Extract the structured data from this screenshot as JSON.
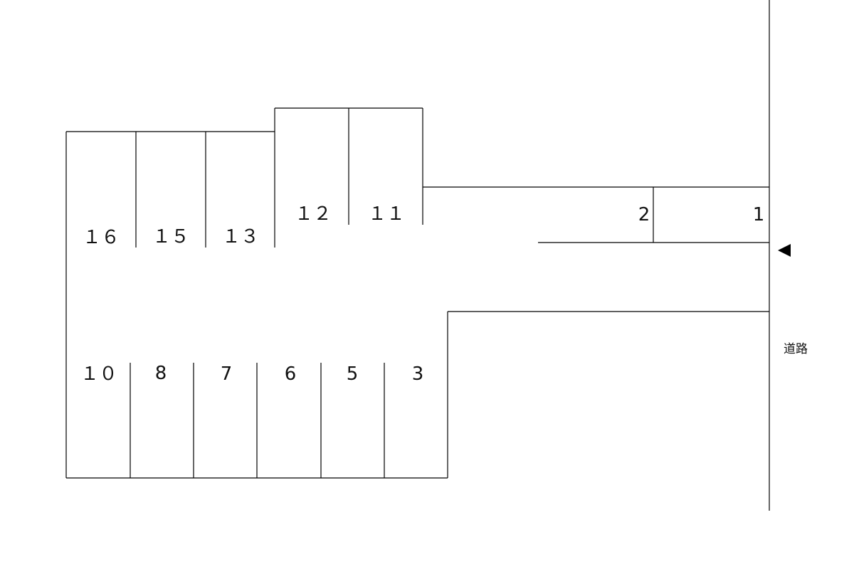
{
  "slots": [
    {
      "id": "16",
      "label": "１６"
    },
    {
      "id": "15",
      "label": "１５"
    },
    {
      "id": "13",
      "label": "１３"
    },
    {
      "id": "12",
      "label": "１２"
    },
    {
      "id": "11",
      "label": "１１"
    },
    {
      "id": "2",
      "label": "2"
    },
    {
      "id": "1",
      "label": "1"
    },
    {
      "id": "10",
      "label": "１０"
    },
    {
      "id": "8",
      "label": "8"
    },
    {
      "id": "7",
      "label": "7"
    },
    {
      "id": "6",
      "label": "6"
    },
    {
      "id": "5",
      "label": "5"
    },
    {
      "id": "3",
      "label": "3"
    }
  ],
  "road": {
    "label": "道路",
    "entrance_arrow_icon": "left-pointing-triangle-icon"
  },
  "colors": {
    "line": "#000000",
    "text": "#111111",
    "background": "#ffffff"
  }
}
